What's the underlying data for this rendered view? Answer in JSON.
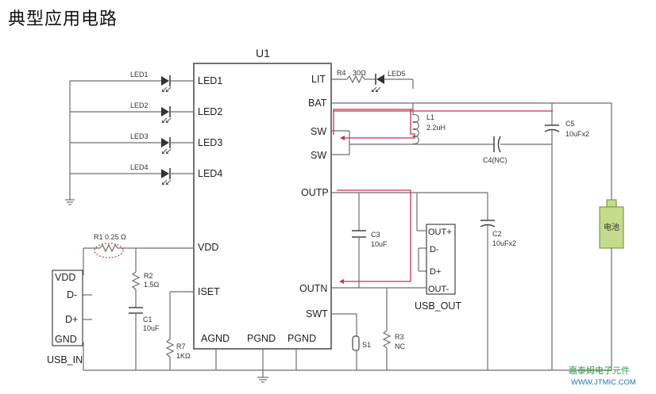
{
  "page": {
    "title": "典型应用电路"
  },
  "ic": {
    "name": "U1",
    "left_pins": [
      "LED1",
      "LED2",
      "LED3",
      "LED4",
      "VDD",
      "ISET"
    ],
    "right_pins": [
      "LIT",
      "BAT",
      "SW",
      "SW",
      "OUTP",
      "OUTN",
      "SWT"
    ],
    "bottom_pins": [
      "AGND",
      "PGND",
      "PGND"
    ]
  },
  "components": {
    "led1": "LED1",
    "led2": "LED2",
    "led3": "LED3",
    "led4": "LED4",
    "r4": "R4",
    "r4_value": "30Ω",
    "led5": "LED5",
    "l1": "L1",
    "l1_value": "2.2uH",
    "c5": "C5",
    "c5_value": "10uFx2",
    "c4": "C4(NC)",
    "c3": "C3",
    "c3_value": "10uF",
    "c2": "C2",
    "c2_value": "10uFx2",
    "r1": "R1 0.25 Ω",
    "r2": "R2",
    "r2_value": "1.5Ω",
    "c1": "C1",
    "c1_value": "10uF",
    "r7": "R7",
    "r7_value": "1KΩ",
    "r3": "R3",
    "r3_value": "NC",
    "s1": "S1",
    "battery": "电池"
  },
  "usb_in": {
    "label": "USB_IN",
    "pins": [
      "VDD",
      "D-",
      "D+",
      "GND"
    ]
  },
  "usb_out": {
    "label": "USB_OUT",
    "pins": [
      "OUT+",
      "D-",
      "D+",
      "OUT-"
    ]
  },
  "watermark": {
    "line1": "嘉泰姆电子元件",
    "line2": "WWW.JTMIC.COM"
  },
  "colors": {
    "current_path": "#c8314e",
    "battery_fill": "#c4dc8a",
    "wire": "#6d6d6d"
  }
}
